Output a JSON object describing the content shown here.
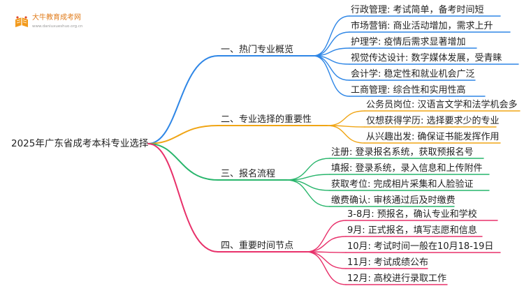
{
  "logo": {
    "name": "大牛教育成考网",
    "url": "www.daniuxueshuo.org.cn"
  },
  "root": "2025年广东省成考本科专业选择",
  "branches": [
    {
      "label": "一、热门专业概览",
      "color": "#2e86e6",
      "children": [
        "行政管理: 考试简单，备考时间短",
        "市场营销: 商业活动增加，需求上升",
        "护理学: 疫情后需求显著增加",
        "视觉传达设计: 数字媒体发展，受青睐",
        "会计学: 稳定性和就业机会广泛",
        "工商管理: 综合性和实用性高"
      ]
    },
    {
      "label": "二、专业选择的重要性",
      "color": "#f0a515",
      "children": [
        "公务员岗位: 汉语言文学和法学机会多",
        "仅想获得学历: 选择要求少的专业",
        "从兴趣出发: 确保证书能发挥作用"
      ]
    },
    {
      "label": "三、报名流程",
      "color": "#27b56b",
      "children": [
        "注册: 登录报名系统，获取预报名号",
        "填报: 登录系统，录入信息和上传附件",
        "获取考位: 完成相片采集和人脸验证",
        "缴费确认: 审核通过后及时缴费"
      ]
    },
    {
      "label": "四、重要时间节点",
      "color": "#e8306a",
      "children": [
        "3-8月: 预报名，确认专业和学校",
        "9月: 正式报名，填写志愿和信息",
        "10月: 考试时间一般在10月18-19日",
        "11月: 考试成绩公布",
        "12月: 高校进行录取工作"
      ]
    }
  ]
}
